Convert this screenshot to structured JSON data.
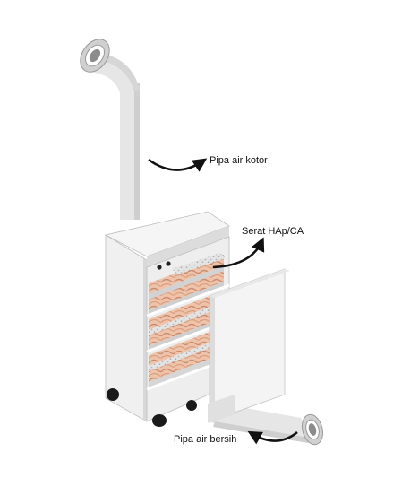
{
  "labels": {
    "dirty_pipe": "Pipa air kotor",
    "fiber": "Serat HAp/CA",
    "clean_pipe": "Pipa air bersih"
  },
  "colors": {
    "background": "#ffffff",
    "pipe_light": "#e6e6e6",
    "pipe_mid": "#cfcfcf",
    "pipe_dark": "#a9a9a9",
    "body_light": "#eeeeee",
    "body_shade": "#d8d8d8",
    "fiber": "#e8b59a",
    "fiber_dark": "#c98d70",
    "foam": "#c9c9c9",
    "wheel": "#1a1a1a",
    "arrow": "#111111"
  },
  "icons": {
    "arrows": "curved-arrow"
  }
}
